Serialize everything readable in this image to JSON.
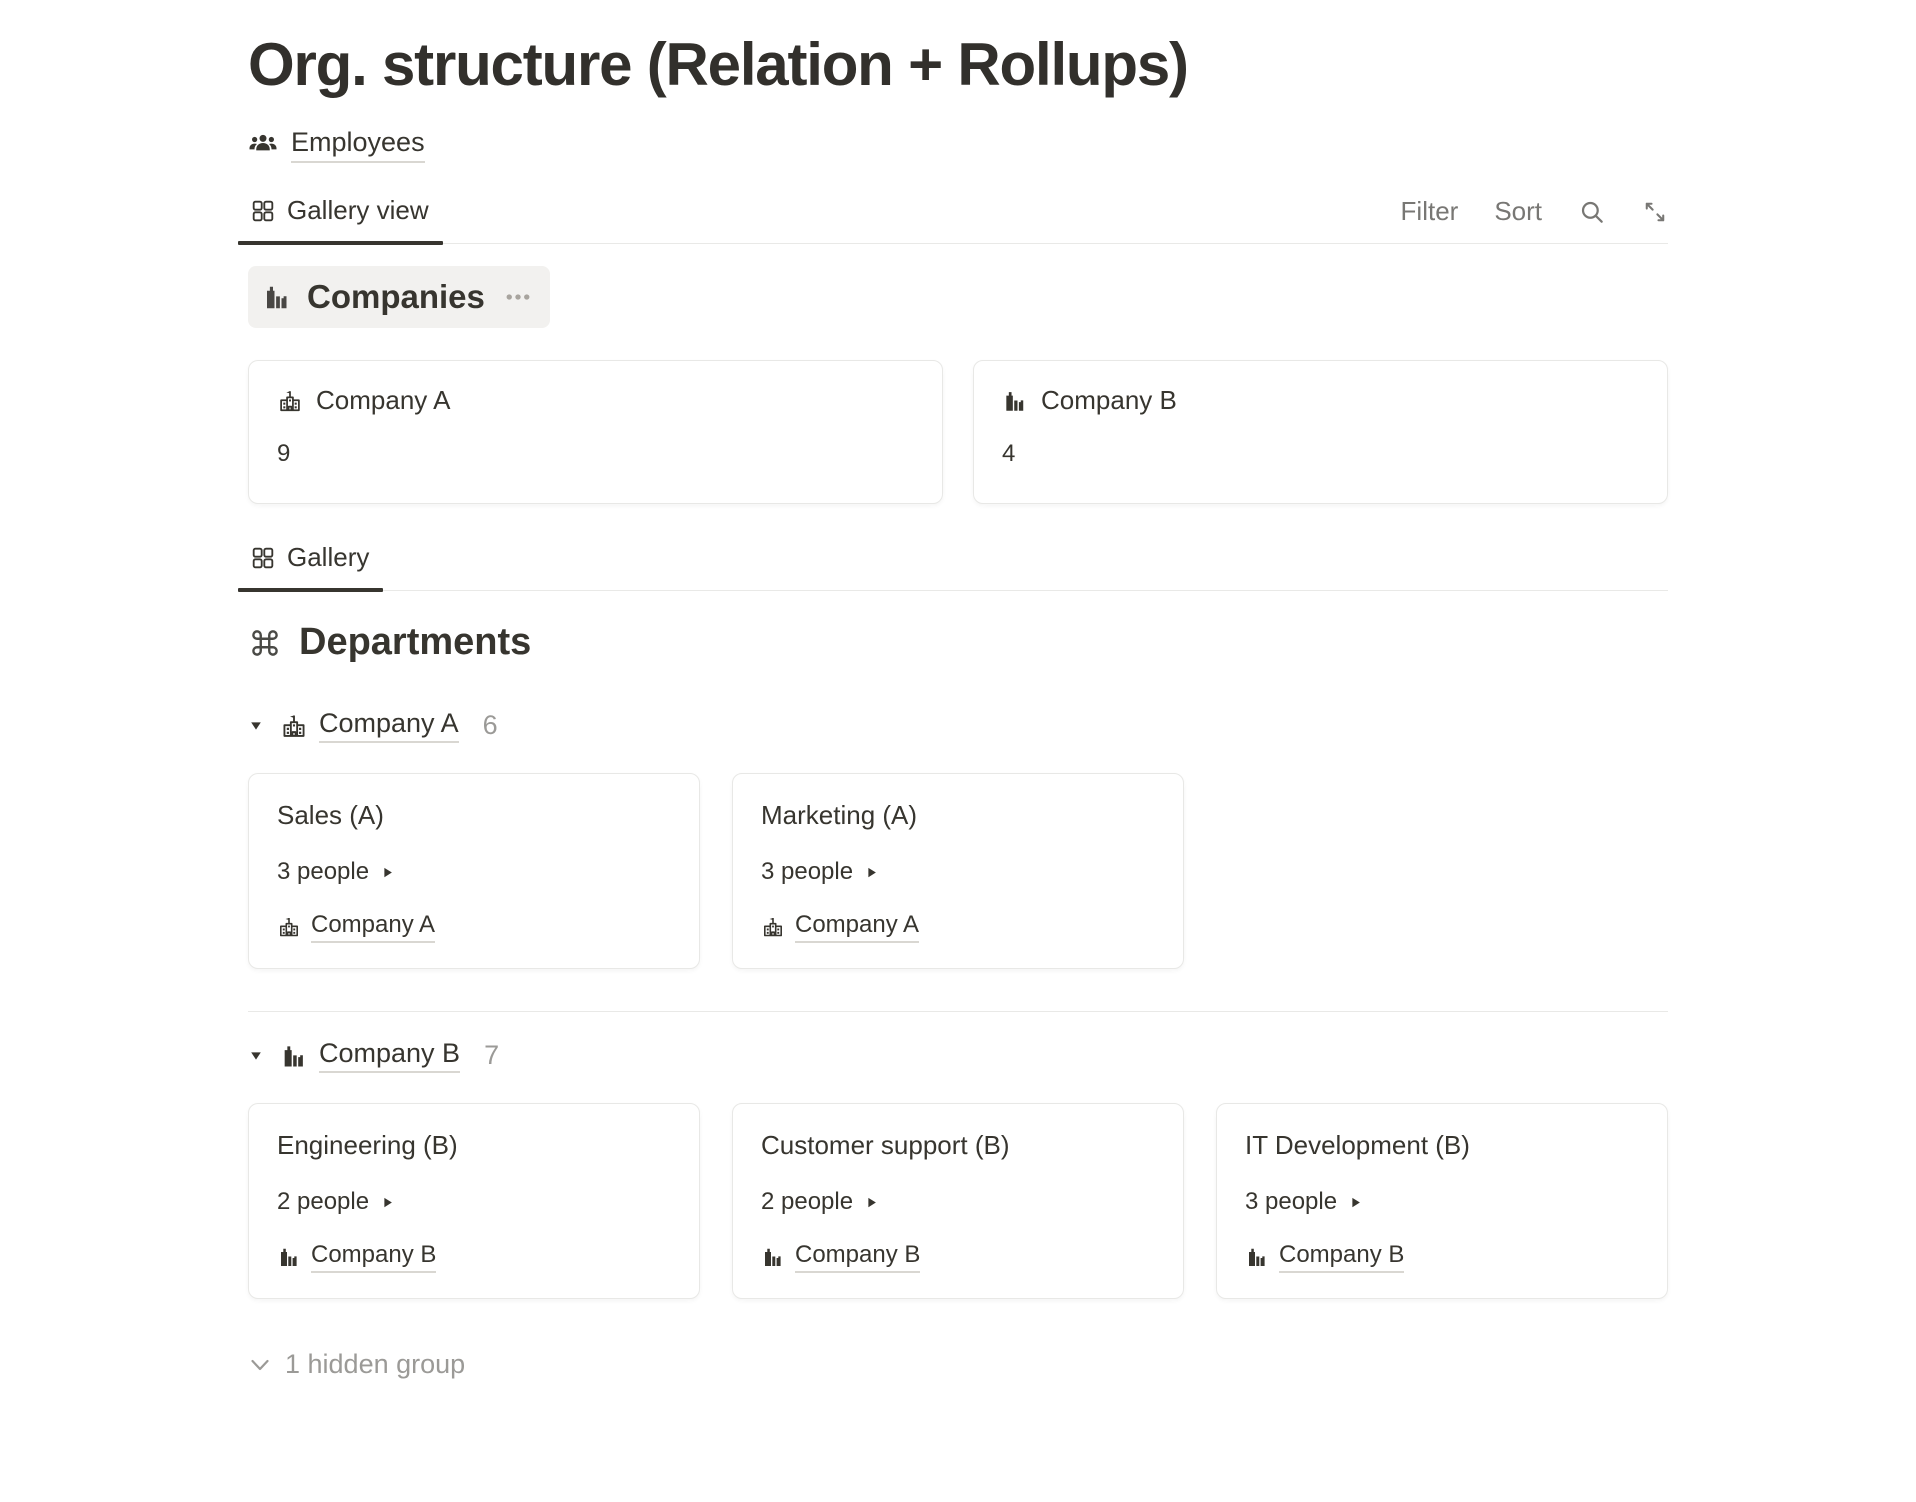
{
  "page_title": "Org. structure (Relation + Rollups)",
  "breadcrumb": {
    "label": "Employees",
    "icon": "people-icon"
  },
  "companies_view": {
    "tab_label": "Gallery view",
    "tab_icon": "gallery-grid-icon",
    "toolbar": {
      "filter_label": "Filter",
      "sort_label": "Sort",
      "icons": [
        "search-icon",
        "expand-icon"
      ]
    },
    "group_label": "Companies",
    "group_icon": "factory-icon",
    "menu_icon": "dots-icon",
    "cards": [
      {
        "title": "Company A",
        "count": "9",
        "icon": "school-building-icon"
      },
      {
        "title": "Company B",
        "count": "4",
        "icon": "factory-icon"
      }
    ]
  },
  "departments_view": {
    "tab_label": "Gallery",
    "tab_icon": "gallery-grid-icon",
    "section_title": "Departments",
    "section_icon": "command-icon",
    "groups": [
      {
        "label": "Company A",
        "count": "6",
        "icon": "school-building-icon",
        "toggle_icon": "triangle-down-icon",
        "cards": [
          {
            "title": "Sales (A)",
            "people": "3 people",
            "people_icon": "play-icon",
            "company": "Company A",
            "company_icon": "school-building-icon"
          },
          {
            "title": "Marketing (A)",
            "people": "3 people",
            "people_icon": "play-icon",
            "company": "Company A",
            "company_icon": "school-building-icon"
          }
        ]
      },
      {
        "label": "Company B",
        "count": "7",
        "icon": "factory-icon",
        "toggle_icon": "triangle-down-icon",
        "cards": [
          {
            "title": "Engineering (B)",
            "people": "2 people",
            "people_icon": "play-icon",
            "company": "Company B",
            "company_icon": "factory-icon"
          },
          {
            "title": "Customer support (B)",
            "people": "2 people",
            "people_icon": "play-icon",
            "company": "Company B",
            "company_icon": "factory-icon"
          },
          {
            "title": "IT Development (B)",
            "people": "3 people",
            "people_icon": "play-icon",
            "company": "Company B",
            "company_icon": "factory-icon"
          }
        ]
      }
    ],
    "hidden_group_label": "1 hidden group",
    "hidden_group_icon": "chevron-down-icon"
  },
  "colors": {
    "text": "#37352f",
    "secondary_text": "#787774",
    "muted_text": "#9b9a97",
    "border": "#e9e9e7",
    "pill_background": "#f2f1ef",
    "underline": "#d9d7d2",
    "active_tab_bar": "#37352f"
  }
}
